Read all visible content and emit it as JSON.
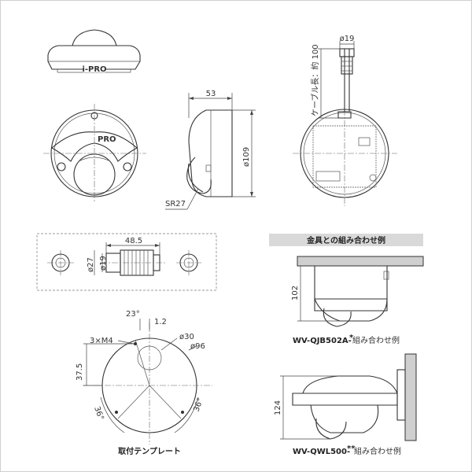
{
  "labels": {
    "logo": "i-PRO",
    "logo_small": "PRO",
    "dim_53": "53",
    "dim_109": "ø109",
    "dim_sr27": "SR27",
    "dim_19_top": "ø19",
    "cable_length": "ケーブル長：約 100",
    "dim_48_5": "48.5",
    "dim_27": "ø27",
    "dim_19": "ø19",
    "dim_23": "23°",
    "dim_1_2": "1.2",
    "dim_3xm4": "3×M4",
    "dim_30": "ø30",
    "dim_96": "ø96",
    "dim_37_5": "37.5",
    "dim_36_left": "36°",
    "dim_36_right": "36°",
    "dim_102": "102",
    "dim_124": "124",
    "template_caption": "取付テンプレート",
    "section_header": "金具との組み合わせ例",
    "caption_qjb": "WV-QJB502A-",
    "caption_qjb_mark": "*",
    "caption_qjb_suffix": " 組み合わせ例",
    "caption_qwl": "WV-QWL500-",
    "caption_qwl_mark": "**",
    "caption_qwl_suffix": " 組み合わせ例"
  },
  "colors": {
    "line": "#333333",
    "header_bg": "#d9d9d9",
    "wall_fill": "#cfcfcf",
    "frame": "#cfcfcf"
  }
}
